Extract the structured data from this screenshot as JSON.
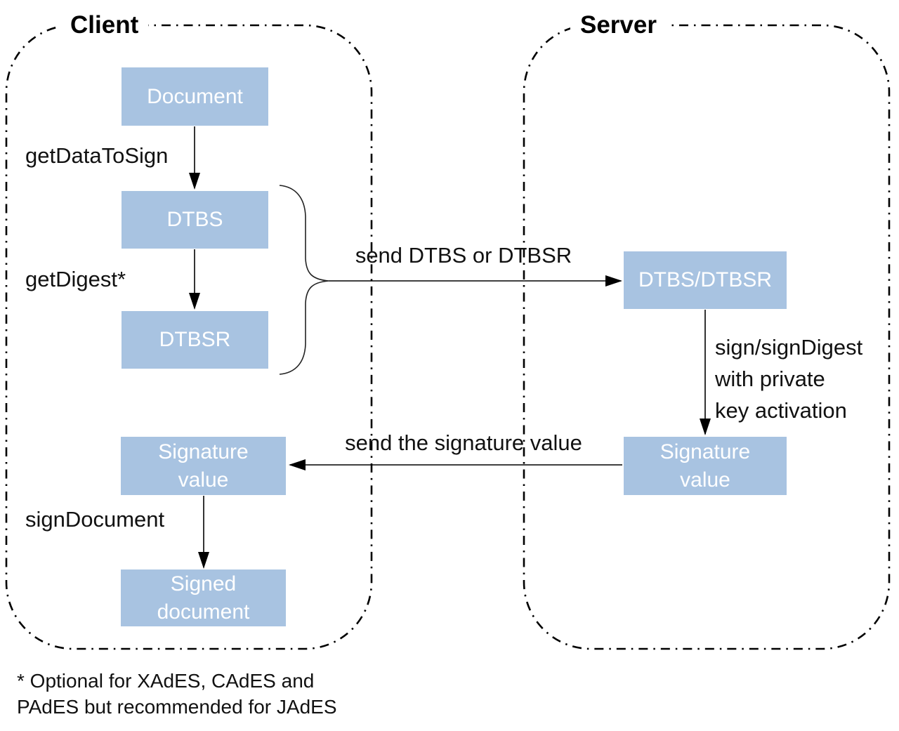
{
  "diagram": {
    "client": {
      "title": "Client",
      "boxes": {
        "document": "Document",
        "dtbs": "DTBS",
        "dtbsr": "DTBSR",
        "signature_value": "Signature value",
        "signed_document": "Signed document"
      },
      "flow_labels": {
        "get_data_to_sign": "getDataToSign",
        "get_digest": "getDigest*",
        "sign_document": "signDocument"
      }
    },
    "server": {
      "title": "Server",
      "boxes": {
        "dtbs_dtbsr": "DTBS/DTBSR",
        "signature_value": "Signature value"
      },
      "flow_label_lines": [
        "sign/signDigest",
        "with private",
        "key activation"
      ]
    },
    "arrows": {
      "send_dtbs": "send DTBS or DTBSR",
      "send_signature": "send the signature value"
    },
    "footnote": {
      "line1": "* Optional for XAdES, CAdES and",
      "line2": "PAdES but recommended for JAdES"
    }
  },
  "colors": {
    "box_fill": "#a8c3e1",
    "box_text": "#ffffff",
    "line": "#000000"
  }
}
